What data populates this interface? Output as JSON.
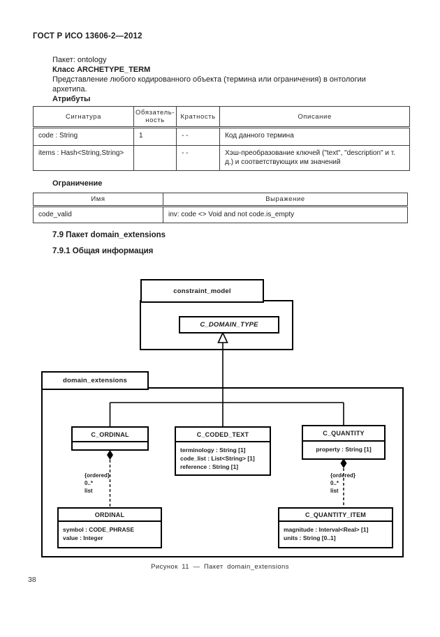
{
  "header": {
    "title": "ГОСТ Р ИСО 13606-2—2012"
  },
  "intro": {
    "package_line": "Пакет: ontology",
    "class_line": "Класс ARCHETYPE_TERM",
    "description": "Представление любого кодированного объекта (термина или ограничения) в онтологии архетипа.",
    "attributes_label": "Атрибуты"
  },
  "attributes_table": {
    "headers": {
      "signature": "Сигнатура",
      "mandatory": "Обязатель-ность",
      "cardinality": "Кратность",
      "description": "Описание"
    },
    "rows": [
      {
        "signature": "code : String",
        "mandatory": "1",
        "cardinality": "- -",
        "description": "Код данного термина"
      },
      {
        "signature": "items : Hash<String,String>",
        "mandatory": "",
        "cardinality": "- -",
        "description": "Хэш-преобразование ключей (\"text\", \"description\" и т. д.) и соответствующих им значений"
      }
    ]
  },
  "constraint_section": {
    "title": "Ограничение",
    "headers": {
      "name": "Имя",
      "expression": "Выражение"
    },
    "rows": [
      {
        "name": "code_valid",
        "expression": "inv: code <> Void and not code.is_empty"
      }
    ]
  },
  "sections": {
    "s79": "7.9 Пакет domain_extensions",
    "s791": "7.9.1 Общая информация"
  },
  "diagram": {
    "packages": {
      "constraint_model": "constraint_model",
      "domain_extensions": "domain_extensions"
    },
    "classes": {
      "c_domain_type": {
        "name": "C_DOMAIN_TYPE"
      },
      "c_ordinal": {
        "name": "C_ORDINAL"
      },
      "c_coded_text": {
        "name": "C_CODED_TEXT",
        "attrs": [
          "terminology : String [1]",
          "code_list : List<String> [1]",
          "reference : String [1]"
        ]
      },
      "c_quantity": {
        "name": "C_QUANTITY",
        "attrs": [
          "property : String [1]"
        ]
      },
      "ordinal": {
        "name": "ORDINAL",
        "attrs": [
          "symbol : CODE_PHRASE",
          "value : Integer"
        ]
      },
      "c_quantity_item": {
        "name": "C_QUANTITY_ITEM",
        "attrs": [
          "magnitude : Interval<Real> [1]",
          "units : String [0..1]"
        ]
      }
    },
    "annotations": {
      "left": [
        "{ordered}",
        "0..*",
        "list"
      ],
      "right": [
        "{ordered}",
        "0..*",
        "list"
      ]
    },
    "caption": "Рисунок 11 — Пакет domain_extensions"
  },
  "page": {
    "number": "38"
  }
}
